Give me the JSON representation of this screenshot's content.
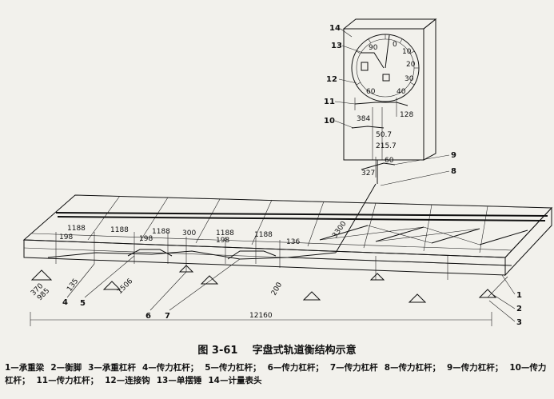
{
  "caption": {
    "figure": "图 3-61",
    "title": "字盘式轨道衡结构示意"
  },
  "legend": [
    {
      "num": "1",
      "text": "承重梁"
    },
    {
      "num": "2",
      "text": "衡脚"
    },
    {
      "num": "3",
      "text": "承重杠杆"
    },
    {
      "num": "4",
      "text": "传力杠杆；"
    },
    {
      "num": "5",
      "text": "传力杠杆；"
    },
    {
      "num": "6",
      "text": "传力杠杆；"
    },
    {
      "num": "7",
      "text": "传力杠杆"
    },
    {
      "num": "8",
      "text": "传力杠杆；"
    },
    {
      "num": "9",
      "text": "传力杠杆；"
    },
    {
      "num": "10",
      "text": "传力杠杆；"
    },
    {
      "num": "11",
      "text": "传力杠杆；"
    },
    {
      "num": "12",
      "text": "连接钩"
    },
    {
      "num": "13",
      "text": "单摆锤"
    },
    {
      "num": "14",
      "text": "计量表头"
    }
  ],
  "dial": {
    "scale": [
      "90",
      "0",
      "10",
      "20",
      "30",
      "40",
      "60"
    ]
  },
  "dims": {
    "d1188a": "1188",
    "d198a": "198",
    "d1188b": "1188",
    "d198b": "198",
    "d1188c": "1188",
    "d300": "300",
    "d1188d": "1188",
    "d198c": "198",
    "d1188e": "1188",
    "d136": "136",
    "d3300": "3300",
    "d200": "200",
    "d370": "370",
    "d985": "985",
    "d135": "135",
    "d1506": "1506",
    "d12160": "12160",
    "d384": "384",
    "d128": "128",
    "d507": "50.7",
    "d2157": "215.7",
    "d60": "60",
    "d327": "327"
  },
  "callouts": {
    "c1": "1",
    "c2": "2",
    "c3": "3",
    "c4": "4",
    "c5": "5",
    "c6": "6",
    "c7": "7",
    "c8": "8",
    "c9": "9",
    "c10": "10",
    "c11": "11",
    "c12": "12",
    "c13": "13",
    "c14": "14"
  },
  "colors": {
    "ink": "#111111",
    "paper": "#f2f1ec"
  }
}
